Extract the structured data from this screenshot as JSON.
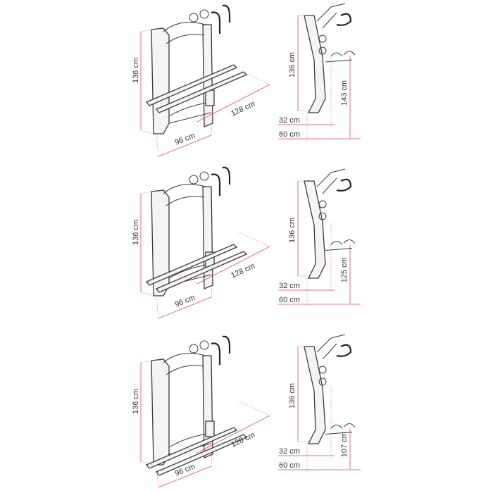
{
  "accent_color": "#d9475a",
  "rows": [
    {
      "front": {
        "height": "136 cm",
        "width": "96 cm",
        "depth": "128 cm"
      },
      "side": {
        "height": "136 cm",
        "rail_height": "143 cm",
        "depth_small": "32 cm",
        "depth_large": "60 cm"
      }
    },
    {
      "front": {
        "height": "136 cm",
        "width": "96 cm",
        "depth": "128 cm"
      },
      "side": {
        "height": "136 cm",
        "rail_height": "125 cm",
        "depth_small": "32 cm",
        "depth_large": "60 cm"
      }
    },
    {
      "front": {
        "height": "136 cm",
        "width": "96 cm",
        "depth": "128 cm"
      },
      "side": {
        "height": "136 cm",
        "rail_height": "107 cm",
        "depth_small": "32 cm",
        "depth_large": "60 cm"
      }
    }
  ]
}
